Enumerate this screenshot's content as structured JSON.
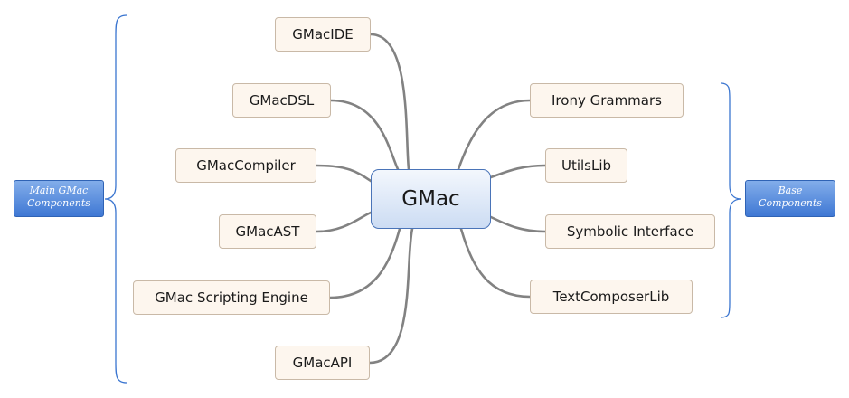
{
  "central": {
    "label": "GMac"
  },
  "main_group": {
    "label_line1": "Main GMac",
    "label_line2": "Components",
    "items": [
      "GMacIDE",
      "GMacDSL",
      "GMacCompiler",
      "GMacAST",
      "GMac Scripting Engine",
      "GMacAPI"
    ]
  },
  "base_group": {
    "label_line1": "Base",
    "label_line2": "Components",
    "items": [
      "Irony Grammars",
      "UtilsLib",
      "Symbolic Interface",
      "TextComposerLib"
    ]
  },
  "colors": {
    "link": "#828282",
    "bracket": "#3a75d0",
    "node_fill": "#fdf6ee",
    "node_border": "#c9b9a7",
    "central_border": "#4a74b8",
    "label_fill": "#3f78d4"
  }
}
